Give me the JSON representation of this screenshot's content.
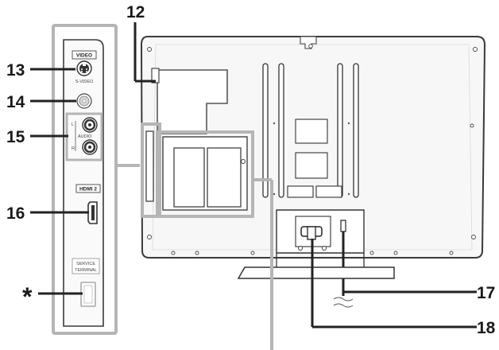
{
  "callouts": {
    "n12": "12",
    "n13": "13",
    "n14": "14",
    "n15": "15",
    "n16": "16",
    "n17": "17",
    "n18": "18",
    "star": "*"
  },
  "panel_labels": {
    "video": "VIDEO",
    "s_video": "S-VIDEO",
    "audio": "AUDIO",
    "audio_l": "L",
    "audio_r": "R",
    "hdmi": "HDMI 2",
    "service_line1": "SERVICE",
    "service_line2": "TERMINAL"
  },
  "colors": {
    "outline": "#3a3a3a",
    "highlight": "#b5b5b5",
    "tv_back": "#f7f7f7"
  }
}
